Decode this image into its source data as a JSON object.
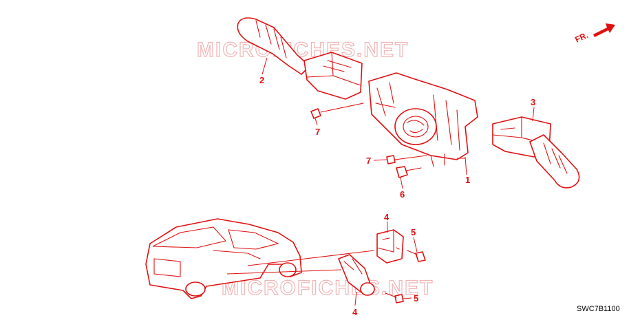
{
  "diagram": {
    "code": "SWC7B1100",
    "front_indicator": "FR.",
    "watermark": "MICROFICHES.NET",
    "callouts": [
      {
        "id": "c2",
        "label": "2"
      },
      {
        "id": "c7a",
        "label": "7"
      },
      {
        "id": "c7b",
        "label": "7"
      },
      {
        "id": "c6",
        "label": "6"
      },
      {
        "id": "c1",
        "label": "1"
      },
      {
        "id": "c3",
        "label": "3"
      },
      {
        "id": "c4a",
        "label": "4"
      },
      {
        "id": "c5a",
        "label": "5"
      },
      {
        "id": "c4b",
        "label": "4"
      },
      {
        "id": "c5b",
        "label": "5"
      }
    ]
  },
  "colors": {
    "line": "#e01010",
    "watermark": "#f0b4b4",
    "background": "#ffffff"
  }
}
